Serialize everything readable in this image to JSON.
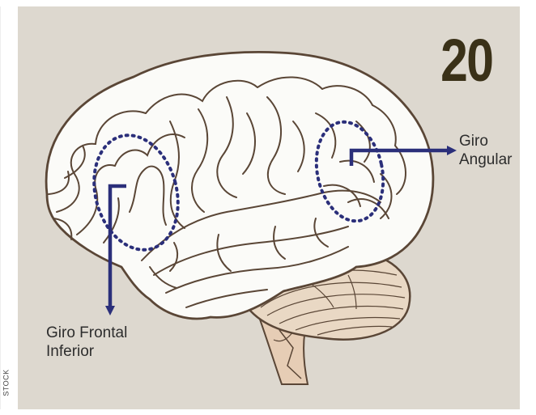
{
  "figure": {
    "number": "20",
    "credit": "STOCK"
  },
  "labels": {
    "angular": [
      "Giro",
      "Angular"
    ],
    "frontal": [
      "Giro Frontal",
      "Inferior"
    ]
  },
  "colors": {
    "background": "#ddd8cf",
    "brain_fill": "#fbfbf8",
    "brain_outline": "#5a4636",
    "cerebellum": "#e9d8c4",
    "brainstem": "#e6cdb5",
    "highlight": "#2b2f7a",
    "number": "#3a3118"
  }
}
